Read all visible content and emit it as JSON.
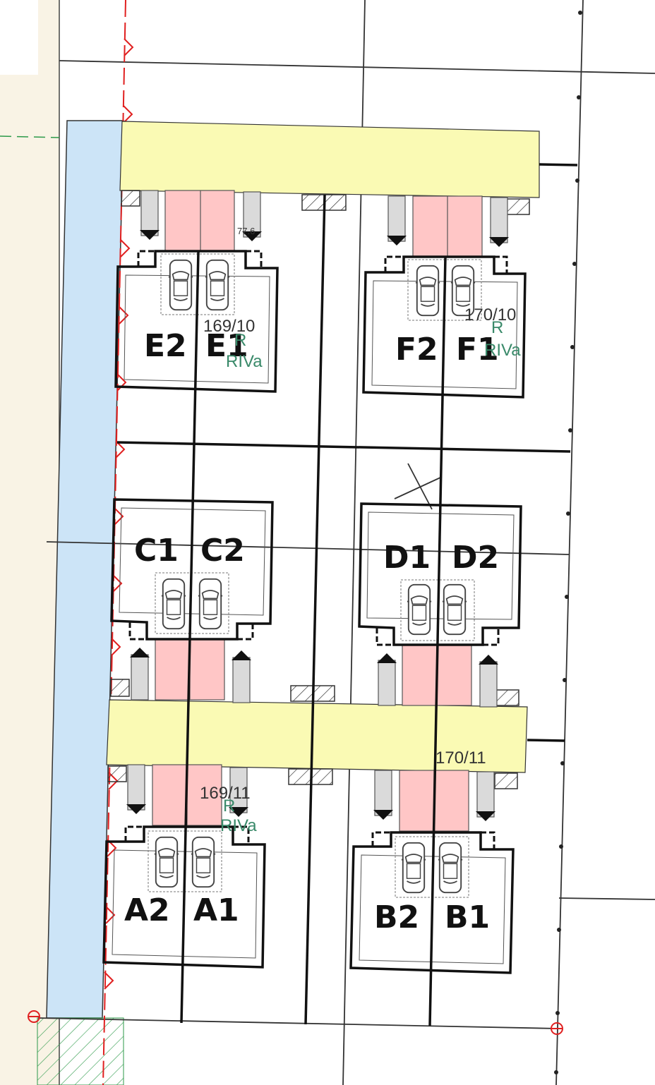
{
  "colors": {
    "road_strip": "#cce4f7",
    "access_lane": "#fafab4",
    "parking": "#ffc6c6",
    "driveway": "#dadada",
    "sidewalk": "#f9f3e5",
    "boundary_red": "#e02020",
    "hatch_green": "#2d9a4a"
  },
  "units": {
    "E2": "E2",
    "E1": "E1",
    "F2": "F2",
    "F1": "F1",
    "C1": "C1",
    "C2": "C2",
    "D1": "D1",
    "D2": "D2",
    "A2": "A2",
    "A1": "A1",
    "B2": "B2",
    "B1": "B1"
  },
  "parcels": {
    "p169_10": {
      "number": "169/10",
      "code_r": "R",
      "code_riva": "RIVa"
    },
    "p170_10": {
      "number": "170/10",
      "code_r": "R",
      "code_riva": "RIVa"
    },
    "p169_11": {
      "number": "169/11",
      "code_r": "R",
      "code_riva": "RIVa"
    },
    "p170_11": {
      "number": "170/11"
    }
  },
  "notes": {
    "elevation": "77.6"
  }
}
